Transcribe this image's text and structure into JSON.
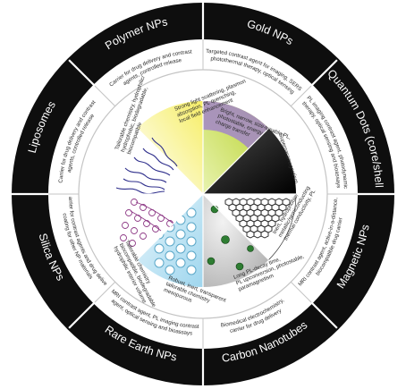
{
  "colors": {
    "outer_ring": "#0e0e0e",
    "divider": "#ffffff",
    "mid_ring": "#ffffff",
    "mid_border": "#b0b0b0",
    "gold": "#f6ee66",
    "gold_dark": "#8a0f4a",
    "quantum_purple": "#a286c8",
    "quantum_green": "#b7d12a",
    "magnetic_black": "#0d0d0d",
    "carbon_gray": "#9a9a9a",
    "rare_green": "#2e7d32",
    "silica_blue": "#bfe4f3",
    "lipo_purple": "#8e3a86",
    "polymer_blue": "#2f2f8c"
  },
  "sectors": [
    {
      "id": "gold",
      "outer_label": "Gold NPs",
      "mid_text": [
        "Targeted contrast agent for imaging, SERS,",
        "photothermal therapy, optical sensing"
      ],
      "inner_text": [
        "Strong light scattering, plasmon",
        "absorption, PL quenching,",
        "local field enhancement"
      ]
    },
    {
      "id": "quantum",
      "outer_label": "Quantum Dots (core/shell)",
      "mid_text": [
        "PL imaging contrast agent, photodynamic",
        "therapy, optical sensing and bioassays"
      ],
      "inner_text": [
        "Bright, narrow, size-tunable PL,",
        "photostable, energy and",
        "charge transfer"
      ]
    },
    {
      "id": "magnetic",
      "outer_label": "Magnetic NPs",
      "mid_text": [
        "MRI contrast agent, active-in-a-distance,",
        "biocompatible drug carrier"
      ],
      "inner_text": [
        "Superparamagnetism"
      ]
    },
    {
      "id": "carbon",
      "outer_label": "Carbon Nanotubes",
      "mid_text": [
        "Biomedical electrochemistry,",
        "carrier for drug delivery"
      ],
      "inner_text": [
        "Inert, hydrophobic,",
        "metallic/semiconducting",
        "thermal conductivity, PL"
      ]
    },
    {
      "id": "rare",
      "outer_label": "Rare Earth NPs",
      "mid_text": [
        "MRI contrast agent, PL imaging contrast",
        "agent, optical sensing and bioassays"
      ],
      "inner_text": [
        "Long PL-decay time,",
        "PL upconversion, photostable,",
        "paramagnetism"
      ]
    },
    {
      "id": "silica",
      "outer_label": "Silica NPs",
      "mid_text": [
        "Carrier for contrast agents and drug delivery,",
        "coating for other NP materials"
      ],
      "inner_text": [
        "Robust, inert, transparent",
        "tailorable chemistry",
        "mesoporous"
      ]
    },
    {
      "id": "liposomes",
      "outer_label": "Liposomes",
      "mid_text": [
        "Carrier for drug delivery and contrast",
        "agents, controlled release"
      ],
      "inner_text": [
        "Tailorable chemistry",
        "biocompatible, biodegradable",
        "hydrophilic interior volume"
      ]
    },
    {
      "id": "polymer",
      "outer_label": "Polymer NPs",
      "mid_text": [
        "Carrier for drug delivery and contrast",
        "agents, controlled release"
      ],
      "inner_text": [
        "Tailorable chemistry, hydrophilic/",
        "hydrophobic, biodegradable,",
        "biocompatible"
      ]
    }
  ]
}
